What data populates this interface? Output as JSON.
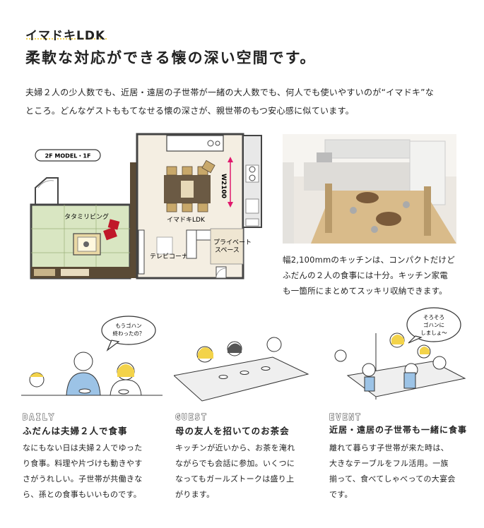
{
  "header": {
    "eyebrow": "イマドキLDK",
    "headline": "柔軟な対応ができる懐の深い空間です。"
  },
  "lead": {
    "line1": "夫婦２人の少人数でも、近居・遠居の子世帯が一緒の大人数でも、何人でも使いやすいのが“イマドキ”な",
    "line2": "ところ。どんなゲストももてなせる懐の深さが、親世帯のもつ安心感に似ています。"
  },
  "floorplan": {
    "model_label": "2F MODEL・1F",
    "room_tatami": "タタミリビング",
    "room_ldk": "イマドキLDK",
    "room_tv": "テレビコーナー",
    "room_private": "プライベート\nスペース",
    "dimension": "W2100",
    "colors": {
      "tatami": "#d9e6c2",
      "floor": "#f4eee2",
      "wall": "#444",
      "dimension": "#e0186c",
      "cushion": "#c0182a"
    }
  },
  "photo_caption": {
    "line1": "幅2,100mmのキッチンは、コンパクトだけど",
    "line2": "ふだんの２人の食事には十分。キッチン家電",
    "line3": "も一箇所にまとめてスッキリ収納できます。"
  },
  "columns": [
    {
      "tag": "DAILY",
      "title": "ふだんは夫婦２人で食事",
      "bubble": [
        "もうゴハン",
        "終わったの？"
      ],
      "body": [
        "なにもない日は夫婦２人でゆった",
        "り食事。料理や片づけも動きやす",
        "さがうれしい。子世帯が共働きな",
        "ら、孫との食事もいいものです。"
      ]
    },
    {
      "tag": "GUEST",
      "title": "母の友人を招いてのお茶会",
      "body": [
        "キッチンが近いから、お茶を淹れ",
        "ながらでも会話に参加。いくつに",
        "なってもガールズトークは盛り上",
        "がります。"
      ]
    },
    {
      "tag": "EVENT",
      "title": "近居・遠居の子世帯も一緒に食事",
      "bubble": [
        "そろそろ",
        "ゴハンに",
        "しましょ～"
      ],
      "body": [
        "離れて暮らす子世帯が来た時は、",
        "大きなテーブルをフル活用。一族",
        "揃って、食べてしゃべっての大宴会",
        "です。"
      ]
    }
  ],
  "accent_colors": {
    "hair_yellow": "#f3d34a",
    "shirt_blue": "#9cc3e6",
    "dotted_underline": "#f2d24a"
  }
}
